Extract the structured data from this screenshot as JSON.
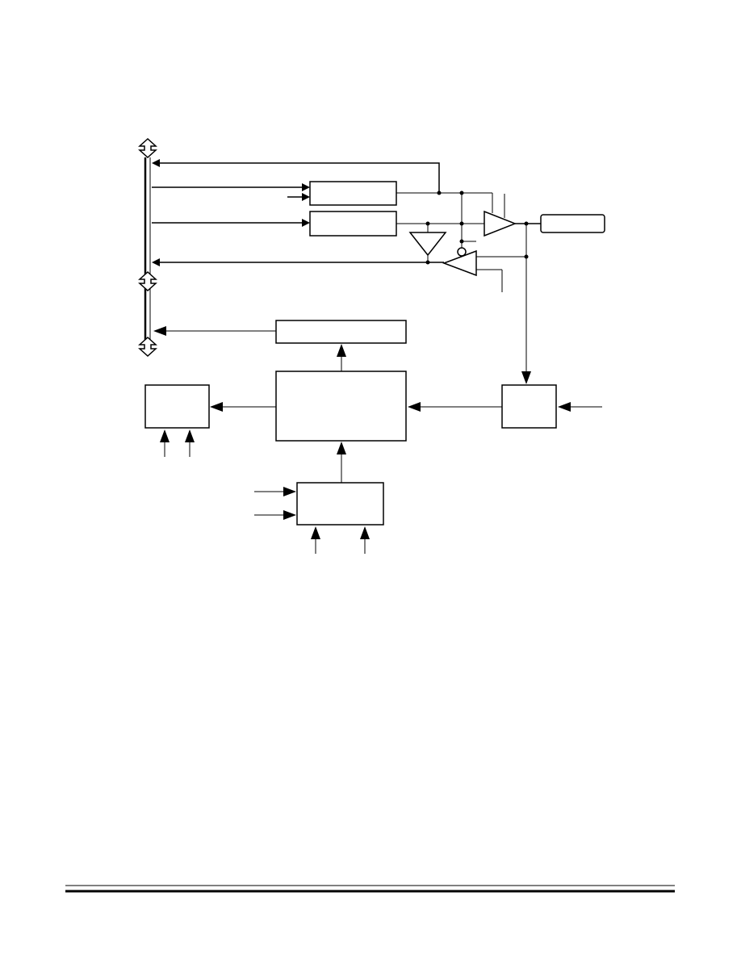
{
  "diagram": {
    "type": "block-diagram",
    "blocks": [
      {
        "id": "register-top"
      },
      {
        "id": "register-bottom"
      },
      {
        "id": "output-pin"
      },
      {
        "id": "bus-drive-block"
      },
      {
        "id": "center-control-block"
      },
      {
        "id": "left-block"
      },
      {
        "id": "right-block"
      },
      {
        "id": "lower-input-block"
      }
    ],
    "colors": {
      "line": "#000000",
      "background": "#ffffff"
    }
  }
}
